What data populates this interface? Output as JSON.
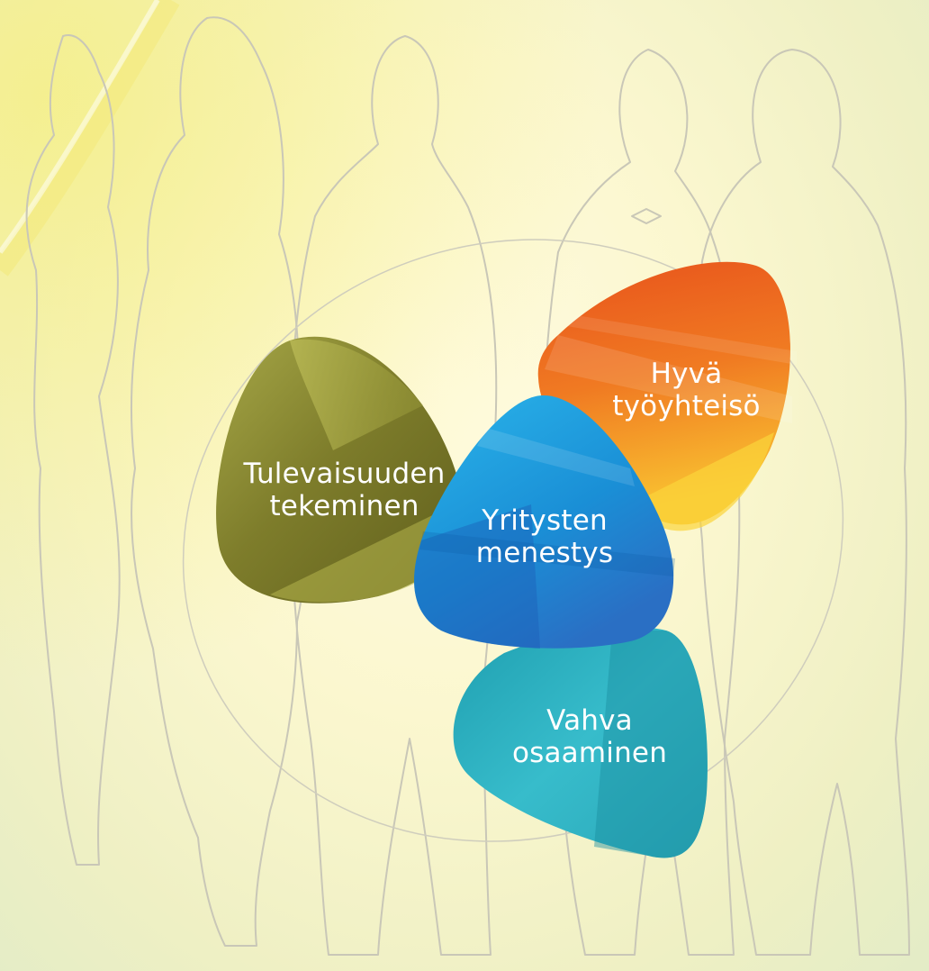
{
  "diagram": {
    "petals": [
      {
        "id": "tulevaisuus",
        "lines": [
          "Tulevaisuuden",
          "tekeminen"
        ],
        "color": "#7b7a2a"
      },
      {
        "id": "tyoyhteiso",
        "lines": [
          "Hyvä",
          "työyhteisö"
        ],
        "color": "#ec6a1e"
      },
      {
        "id": "menestys",
        "lines": [
          "Yritysten",
          "menestys"
        ],
        "color": "#1aa3dc"
      },
      {
        "id": "osaaminen",
        "lines": [
          "Vahva",
          "osaaminen"
        ],
        "color": "#2fb5c2"
      }
    ]
  },
  "colors": {
    "background": "#fbf7cf",
    "silhouette_stroke": "#c9c7b7",
    "ring_stroke": "#cfcdbd"
  }
}
